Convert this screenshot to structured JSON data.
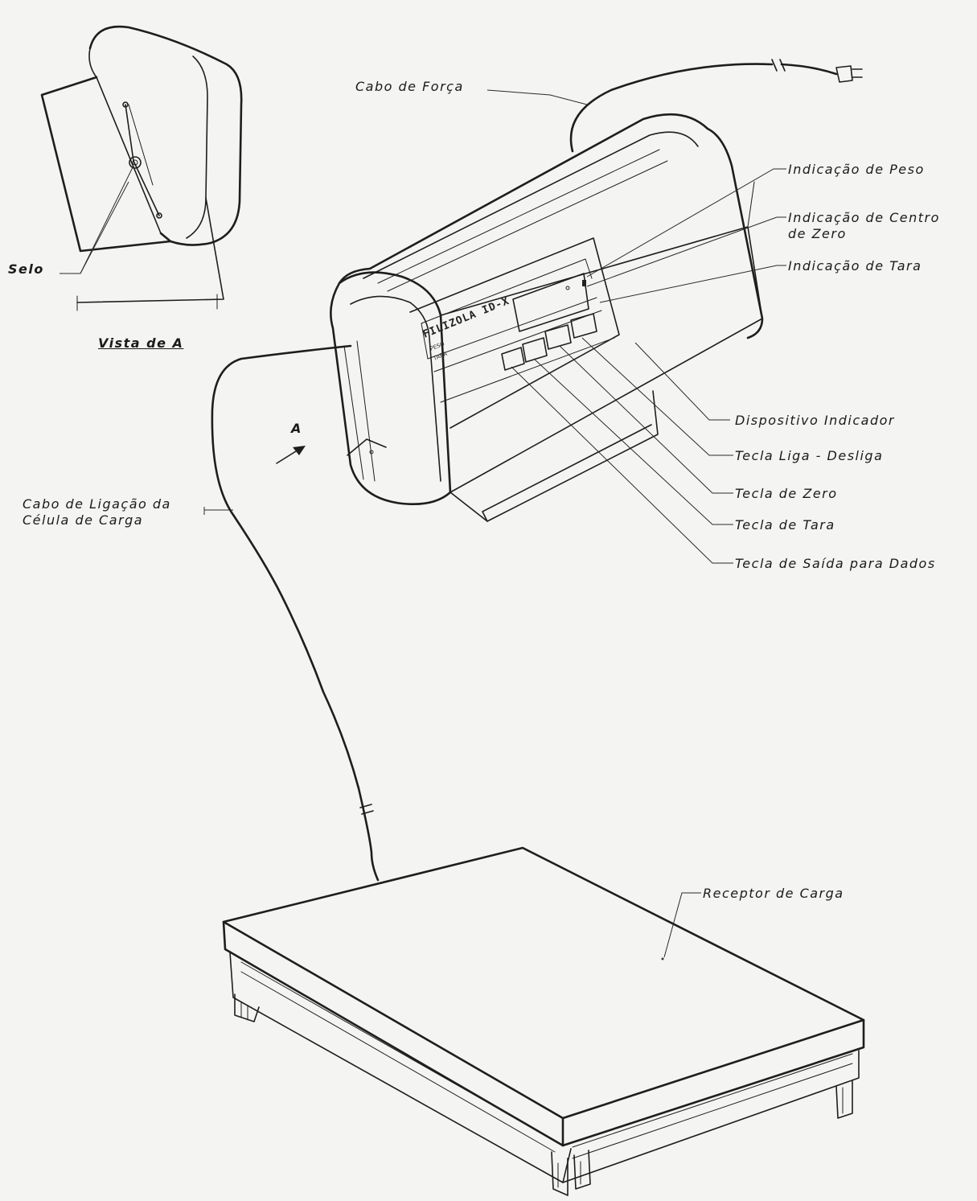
{
  "labels": {
    "cabo_forca": "Cabo de Força",
    "indicacao_peso": "Indicação de Peso",
    "indicacao_centro_zero_1": "Indicação de Centro",
    "indicacao_centro_zero_2": "de Zero",
    "indicacao_tara": "Indicação de Tara",
    "dispositivo_indicador": "Dispositivo Indicador",
    "tecla_liga_desliga": "Tecla Liga - Desliga",
    "tecla_zero": "Tecla de Zero",
    "tecla_tara": "Tecla de Tara",
    "tecla_saida_dados": "Tecla de Saída para Dados",
    "cabo_ligacao_1": "Cabo de Ligação da",
    "cabo_ligacao_2": "Célula de Carga",
    "receptor_carga": "Receptor de Carga",
    "selo": "Selo",
    "vista_a": "Vista de A",
    "arrow_a": "A",
    "brand": "FILIZOLA ID-X"
  }
}
